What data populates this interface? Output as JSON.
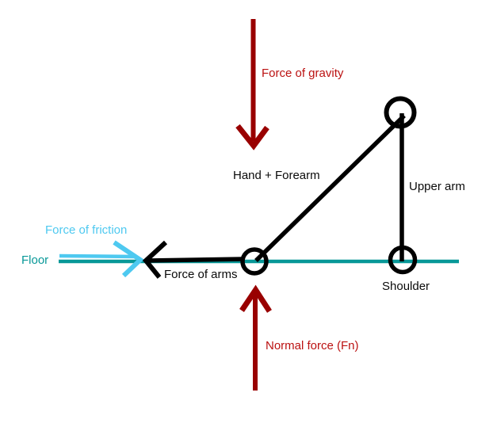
{
  "labels": {
    "force_of_gravity": "Force of gravity",
    "hand_forearm": "Hand + Forearm",
    "upper_arm": "Upper arm",
    "force_of_friction": "Force of friction",
    "floor": "Floor",
    "force_of_arms": "Force of arms",
    "shoulder": "Shoulder",
    "normal_force": "Normal force (Fn)"
  },
  "colors": {
    "force_arrow_red": "#990000",
    "force_label_red": "#bb1111",
    "friction_cyan": "#4ec9f0",
    "floor_teal": "#089898",
    "structure_black": "#000000"
  }
}
